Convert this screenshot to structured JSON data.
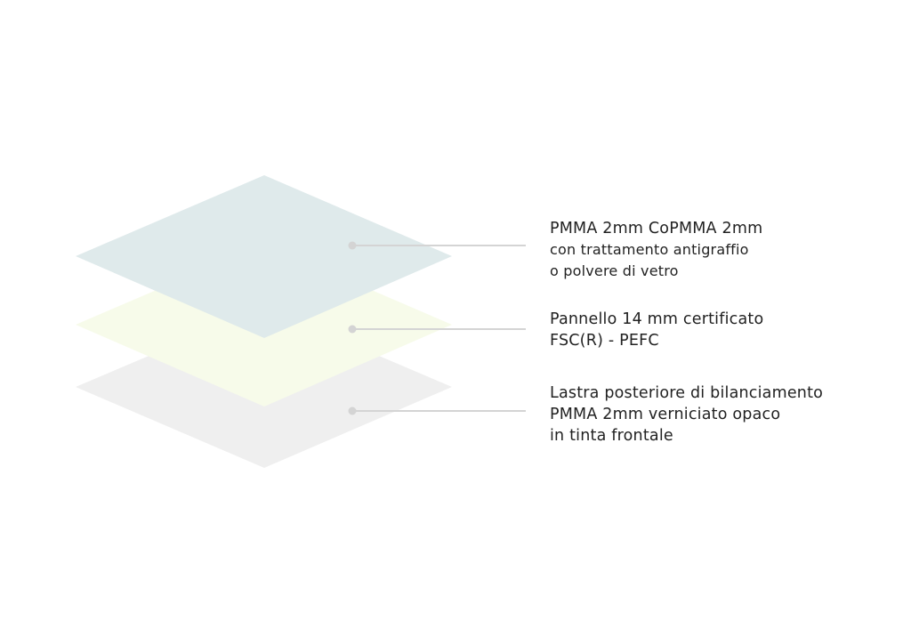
{
  "colors": {
    "top_layer": "#dfeaeb",
    "middle_layer": "#f7fbea",
    "bottom_layer": "#efefef",
    "leader": "#d4d4d4"
  },
  "layers": [
    {
      "name": "pmma-front",
      "lines": [
        "PMMA 2mm CoPMMA 2mm",
        "con trattamento antigraffio",
        "o polvere di vetro"
      ]
    },
    {
      "name": "panel",
      "lines": [
        "Pannello 14 mm certificato",
        "FSC(R) - PEFC"
      ]
    },
    {
      "name": "back-sheet",
      "lines": [
        "Lastra posteriore di bilanciamento",
        "PMMA 2mm verniciato opaco",
        "in tinta frontale"
      ]
    }
  ]
}
